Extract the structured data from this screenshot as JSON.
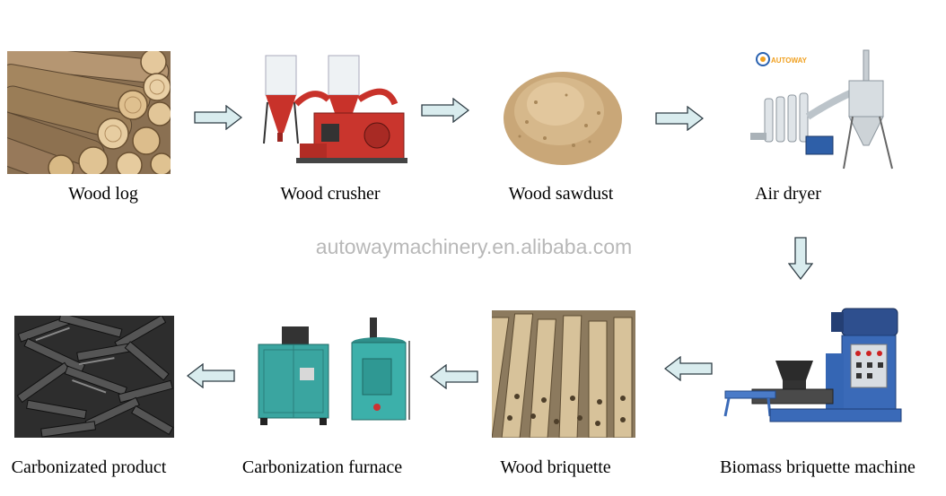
{
  "watermark": "autowaymachinery.en.alibaba.com",
  "logo_text": "AUTOWAY",
  "steps": [
    {
      "label": "Wood log",
      "image": "wood-logs"
    },
    {
      "label": "Wood crusher",
      "image": "wood-crusher-machine"
    },
    {
      "label": "Wood sawdust",
      "image": "sawdust-pile"
    },
    {
      "label": "Air dryer",
      "image": "air-dryer-machine"
    },
    {
      "label": "Biomass briquette machine",
      "image": "briquette-machine"
    },
    {
      "label": "Wood briquette",
      "image": "wood-briquettes"
    },
    {
      "label": "Carbonization furnace",
      "image": "carbonization-furnace"
    },
    {
      "label": "Carbonizated product",
      "image": "charcoal-briquettes"
    }
  ],
  "colors": {
    "arrow_fill": "#d9ecee",
    "arrow_stroke": "#2f3d45"
  }
}
